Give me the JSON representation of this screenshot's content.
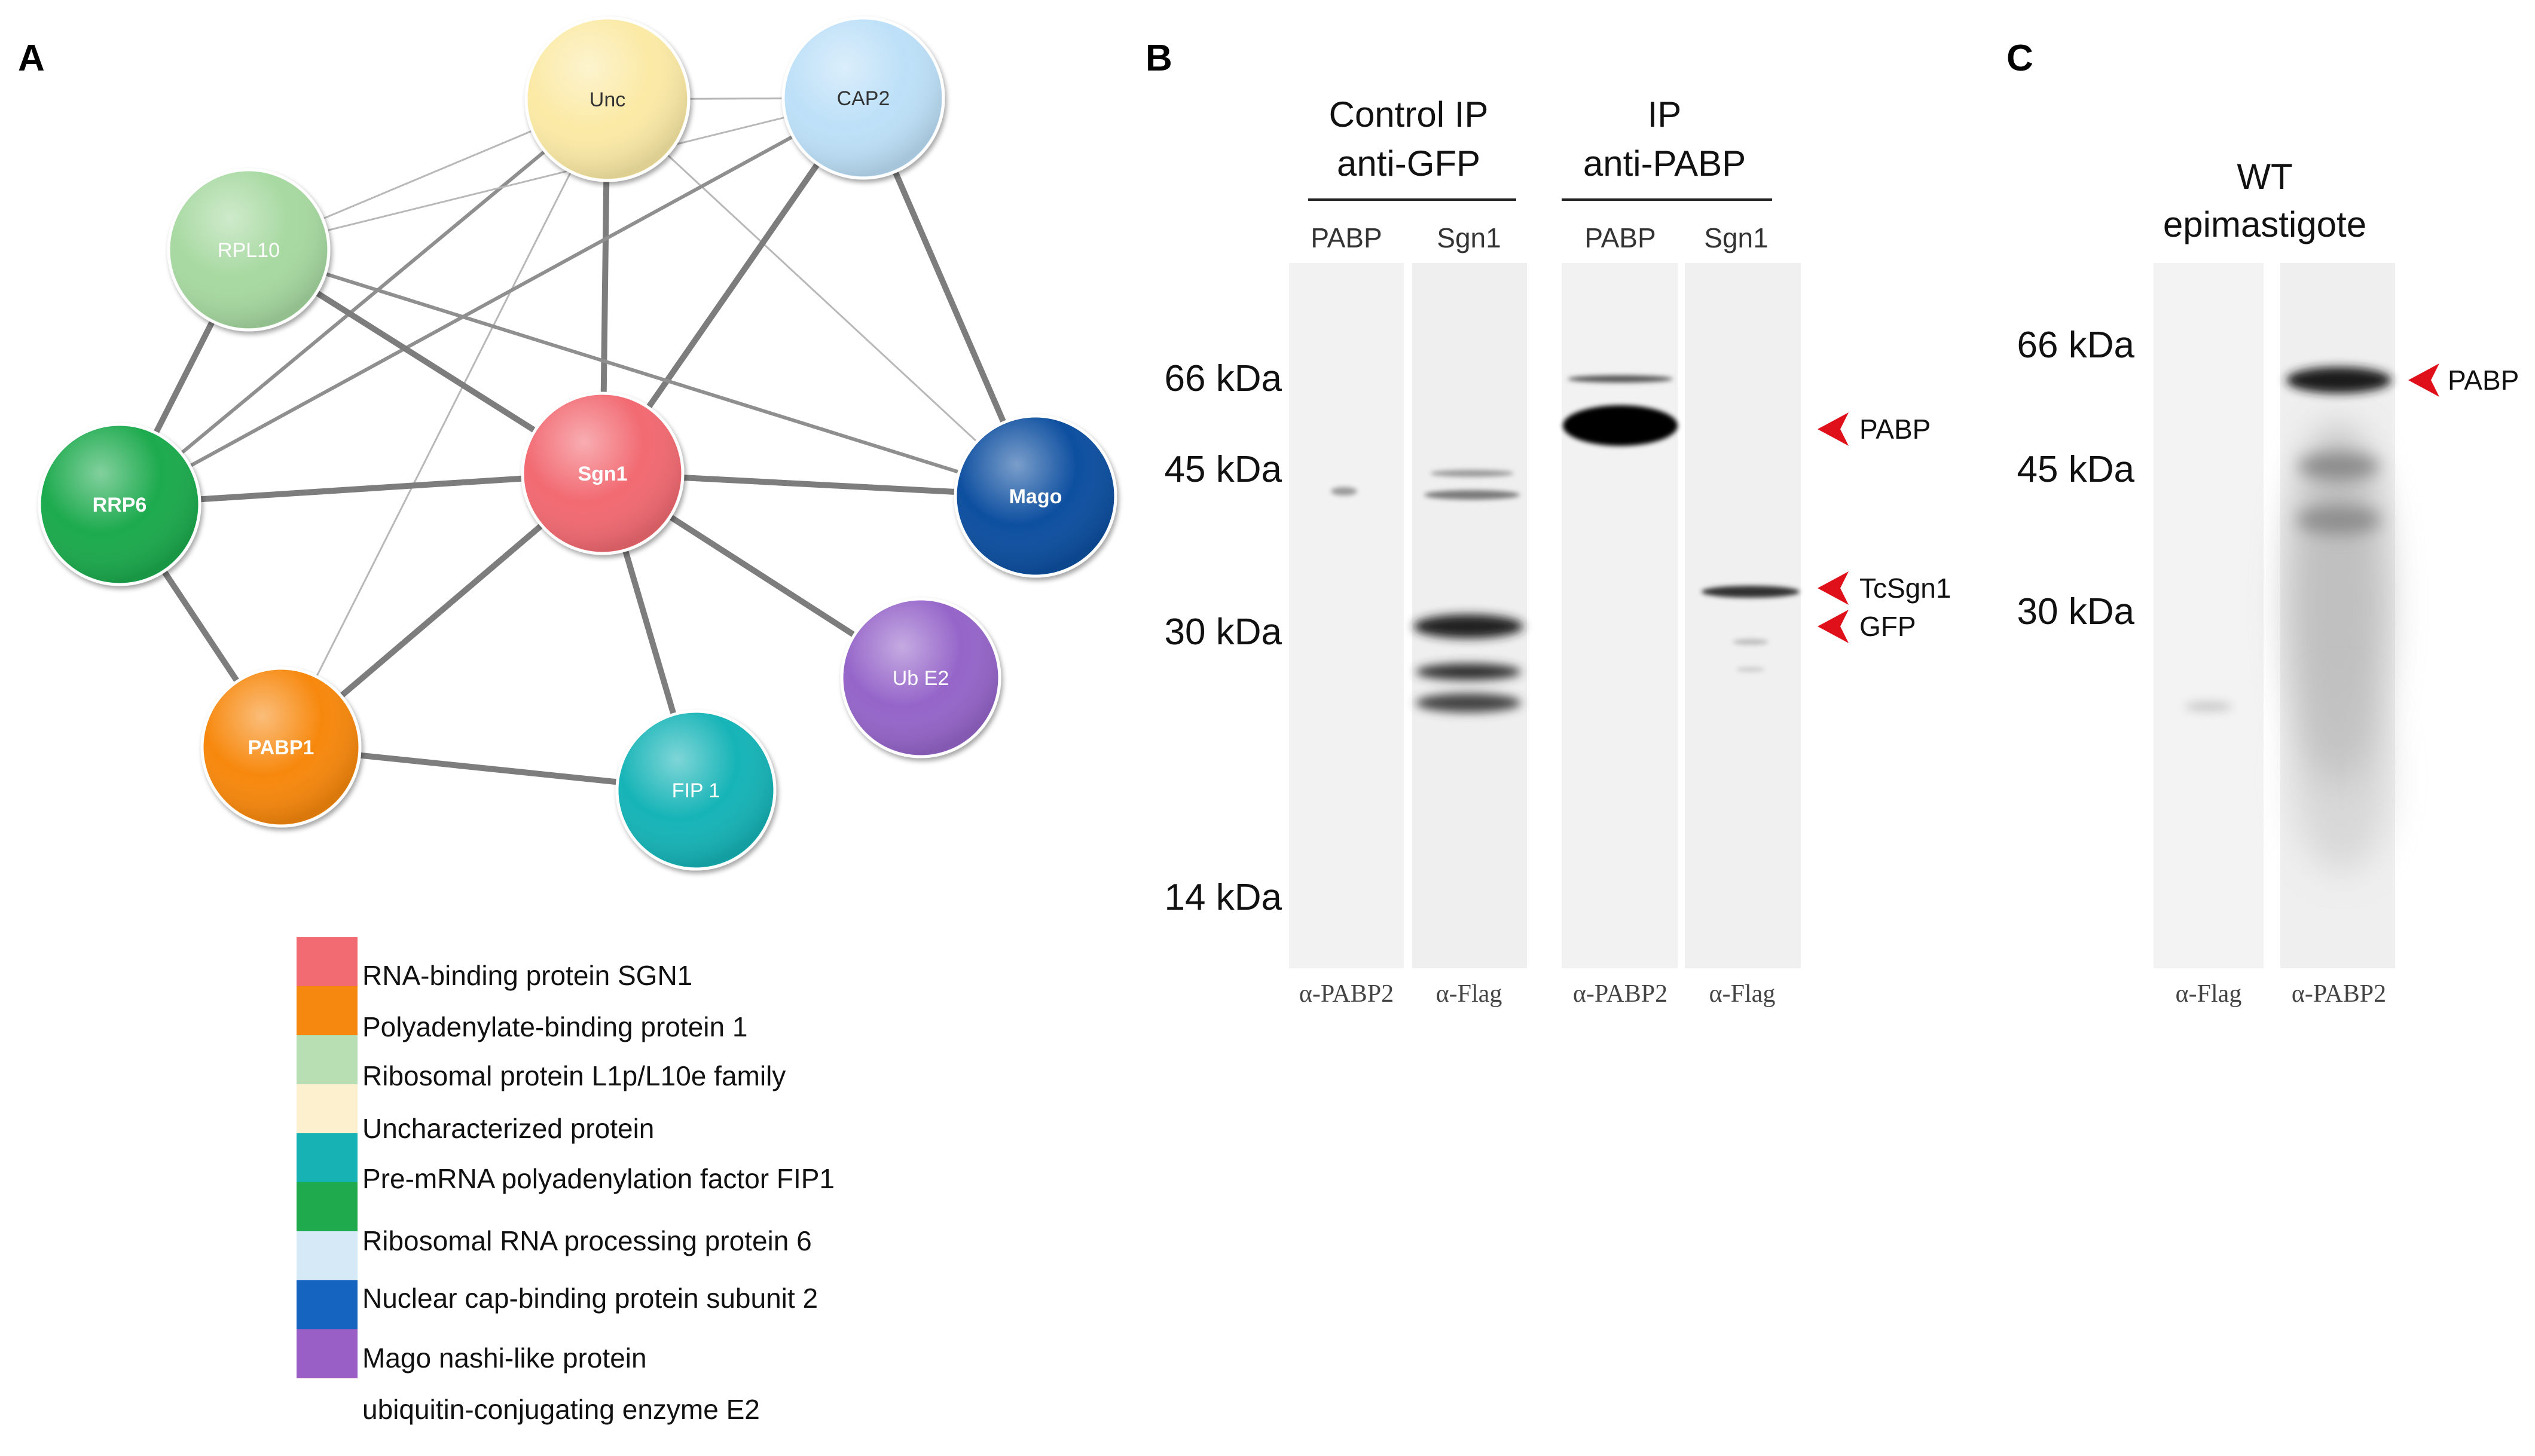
{
  "panels": {
    "a": "A",
    "b": "B",
    "c": "C"
  },
  "network": {
    "nodes": [
      {
        "id": "unc",
        "label": "Unc",
        "color": "#fbeaa6",
        "text_color": "#333333"
      },
      {
        "id": "cap2",
        "label": "CAP2",
        "color": "#bde0f8",
        "text_color": "#333333"
      },
      {
        "id": "rpl10",
        "label": "RPL10",
        "color": "#a7d9a1",
        "text_color": "#ffffff"
      },
      {
        "id": "rrp6",
        "label": "RRP6",
        "color": "#1faa4e",
        "text_color": "#ffffff"
      },
      {
        "id": "sgn1",
        "label": "Sgn1",
        "color": "#f26b72",
        "text_color": "#ffffff"
      },
      {
        "id": "mago",
        "label": "Mago",
        "color": "#0f4fa0",
        "text_color": "#ffffff"
      },
      {
        "id": "ube2",
        "label": "Ub E2",
        "color": "#9565c9",
        "text_color": "#ffffff"
      },
      {
        "id": "pabp1",
        "label": "PABP1",
        "color": "#f7880f",
        "text_color": "#ffffff"
      },
      {
        "id": "fip1",
        "label": "FIP 1",
        "color": "#16b4b7",
        "text_color": "#ffffff"
      }
    ],
    "edges": [
      {
        "from": "unc",
        "to": "cap2",
        "weight": "thin"
      },
      {
        "from": "unc",
        "to": "rpl10",
        "weight": "thin"
      },
      {
        "from": "unc",
        "to": "sgn1",
        "weight": "thick"
      },
      {
        "from": "unc",
        "to": "rrp6",
        "weight": "medium"
      },
      {
        "from": "unc",
        "to": "pabp1",
        "weight": "thin"
      },
      {
        "from": "unc",
        "to": "mago",
        "weight": "thin"
      },
      {
        "from": "cap2",
        "to": "rpl10",
        "weight": "thin"
      },
      {
        "from": "cap2",
        "to": "rrp6",
        "weight": "medium"
      },
      {
        "from": "cap2",
        "to": "sgn1",
        "weight": "thick"
      },
      {
        "from": "cap2",
        "to": "mago",
        "weight": "thick"
      },
      {
        "from": "rpl10",
        "to": "rrp6",
        "weight": "thick"
      },
      {
        "from": "rpl10",
        "to": "sgn1",
        "weight": "thick"
      },
      {
        "from": "rpl10",
        "to": "mago",
        "weight": "medium"
      },
      {
        "from": "rrp6",
        "to": "sgn1",
        "weight": "thick"
      },
      {
        "from": "rrp6",
        "to": "pabp1",
        "weight": "thick"
      },
      {
        "from": "sgn1",
        "to": "mago",
        "weight": "thick"
      },
      {
        "from": "sgn1",
        "to": "ube2",
        "weight": "thick"
      },
      {
        "from": "sgn1",
        "to": "fip1",
        "weight": "thick"
      },
      {
        "from": "sgn1",
        "to": "pabp1",
        "weight": "thick"
      },
      {
        "from": "pabp1",
        "to": "fip1",
        "weight": "thick"
      }
    ]
  },
  "legend": [
    {
      "color": "#f26b72",
      "label": "RNA-binding protein SGN1"
    },
    {
      "color": "#f7880f",
      "label": "Polyadenylate-binding protein 1"
    },
    {
      "color": "#b7dfb3",
      "label": "Ribosomal protein L1p/L10e family"
    },
    {
      "color": "#fdf0cf",
      "label": "Uncharacterized protein"
    },
    {
      "color": "#17b3b4",
      "label": "Pre-mRNA polyadenylation factor FIP1"
    },
    {
      "color": "#1faa4e",
      "label": "Ribosomal RNA processing protein 6"
    },
    {
      "color": "#d6e9f7",
      "label": "Nuclear cap-binding protein subunit 2"
    },
    {
      "color": "#1565c0",
      "label": "Mago nashi-like protein"
    },
    {
      "color": "#9a5fc7",
      "label": "ubiquitin-conjugating enzyme E2"
    }
  ],
  "blot_b": {
    "groups": [
      {
        "title_line1": "Control IP",
        "title_line2": "anti-GFP"
      },
      {
        "title_line1": "IP",
        "title_line2": "anti-PABP"
      }
    ],
    "lanes": [
      {
        "label": "PABP",
        "antibody": "α-PABP2"
      },
      {
        "label": "Sgn1",
        "antibody": "α-Flag"
      },
      {
        "label": "PABP",
        "antibody": "α-PABP2"
      },
      {
        "label": "Sgn1",
        "antibody": "α-Flag"
      }
    ],
    "markers": [
      "66 kDa",
      "45 kDa",
      "30 kDa",
      "14 kDa"
    ],
    "arrows": [
      "PABP",
      "TcSgn1",
      "GFP"
    ]
  },
  "blot_c": {
    "title_line1": "WT",
    "title_line2": "epimastigote",
    "lanes": [
      {
        "antibody": "α-Flag"
      },
      {
        "antibody": "α-PABP2"
      }
    ],
    "markers": [
      "66 kDa",
      "45 kDa",
      "30 kDa"
    ],
    "arrows": [
      "PABP"
    ]
  },
  "colors": {
    "arrow": "#e0101a",
    "edge": "#8a8a8a",
    "lane_bg": "#f2f2f2"
  }
}
